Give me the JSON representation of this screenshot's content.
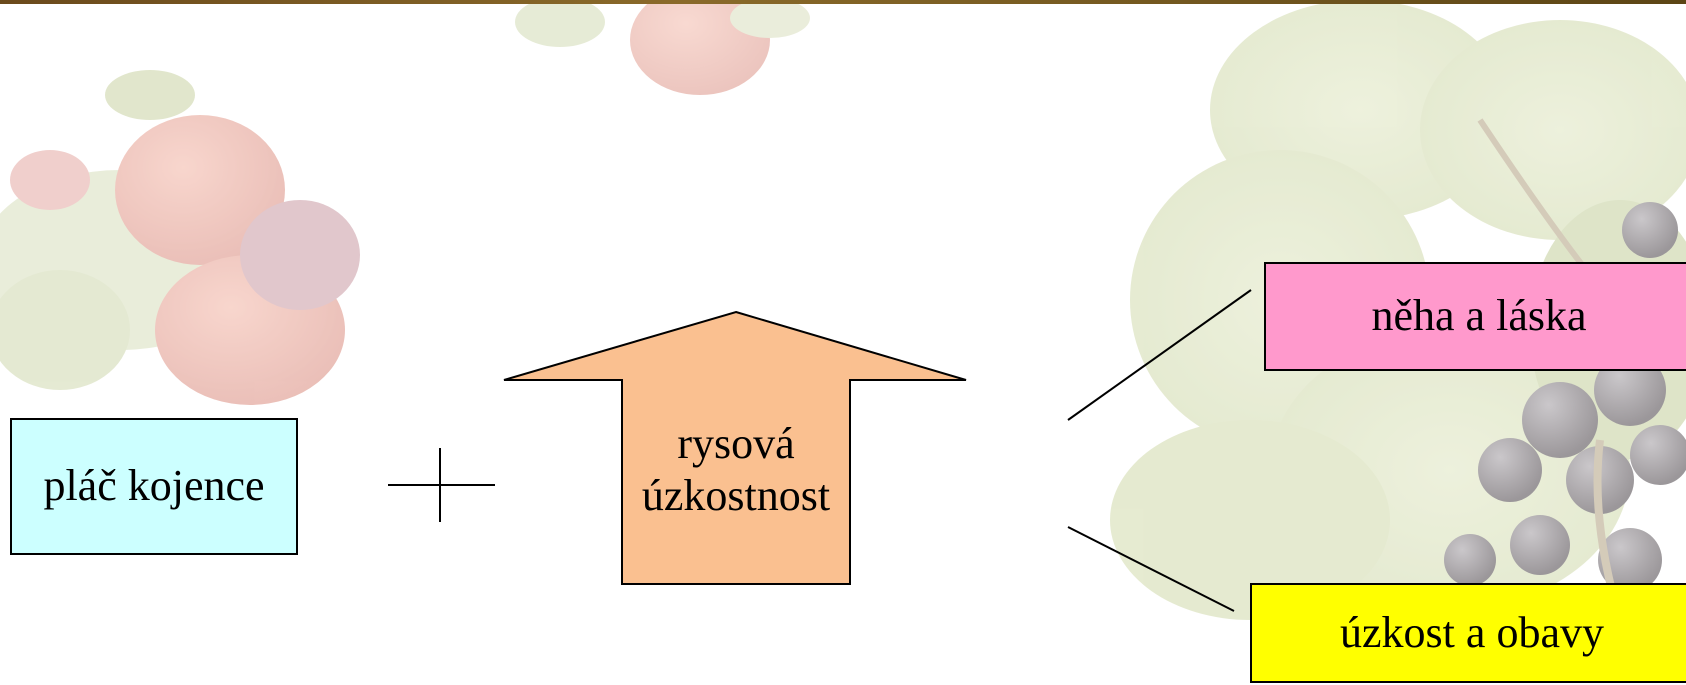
{
  "diagram": {
    "left_box": {
      "label": "pláč kojence",
      "fill": "#ccffff"
    },
    "operator": {
      "symbol": "plus"
    },
    "arrow": {
      "line1": "rysová",
      "line2": "úzkostnost",
      "fill": "#fac090"
    },
    "outcomes": [
      {
        "label": "něha a láska",
        "fill": "#ff99cc"
      },
      {
        "label": "úzkost a obavy",
        "fill": "#ffff00"
      }
    ]
  }
}
